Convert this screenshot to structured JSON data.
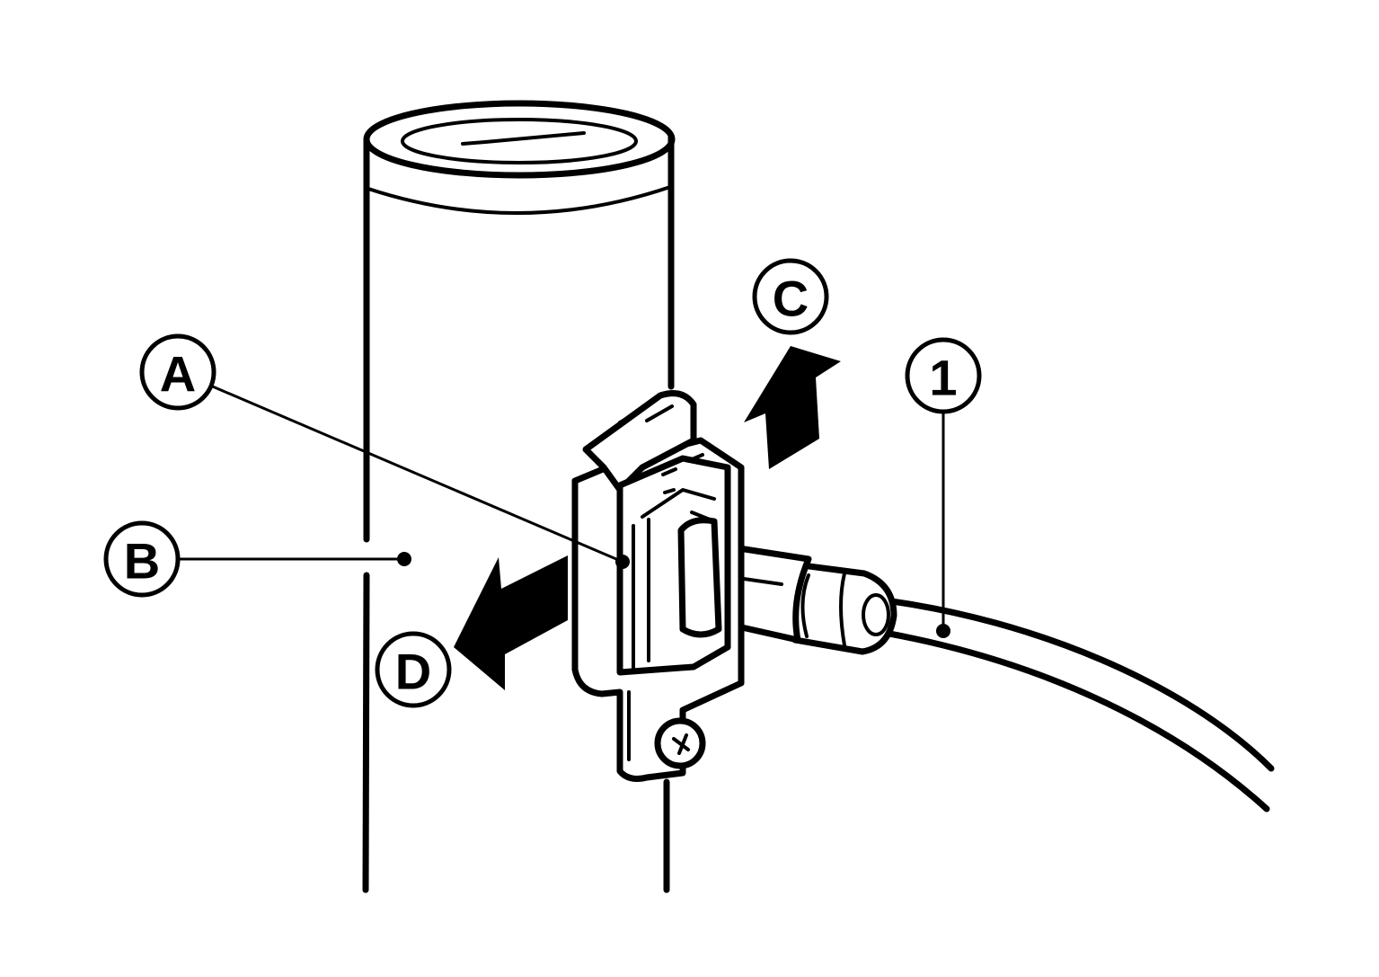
{
  "labels": {
    "A": "A",
    "B": "B",
    "C": "C",
    "D": "D",
    "one": "1"
  },
  "colors": {
    "line": "#000000",
    "background": "#ffffff"
  }
}
